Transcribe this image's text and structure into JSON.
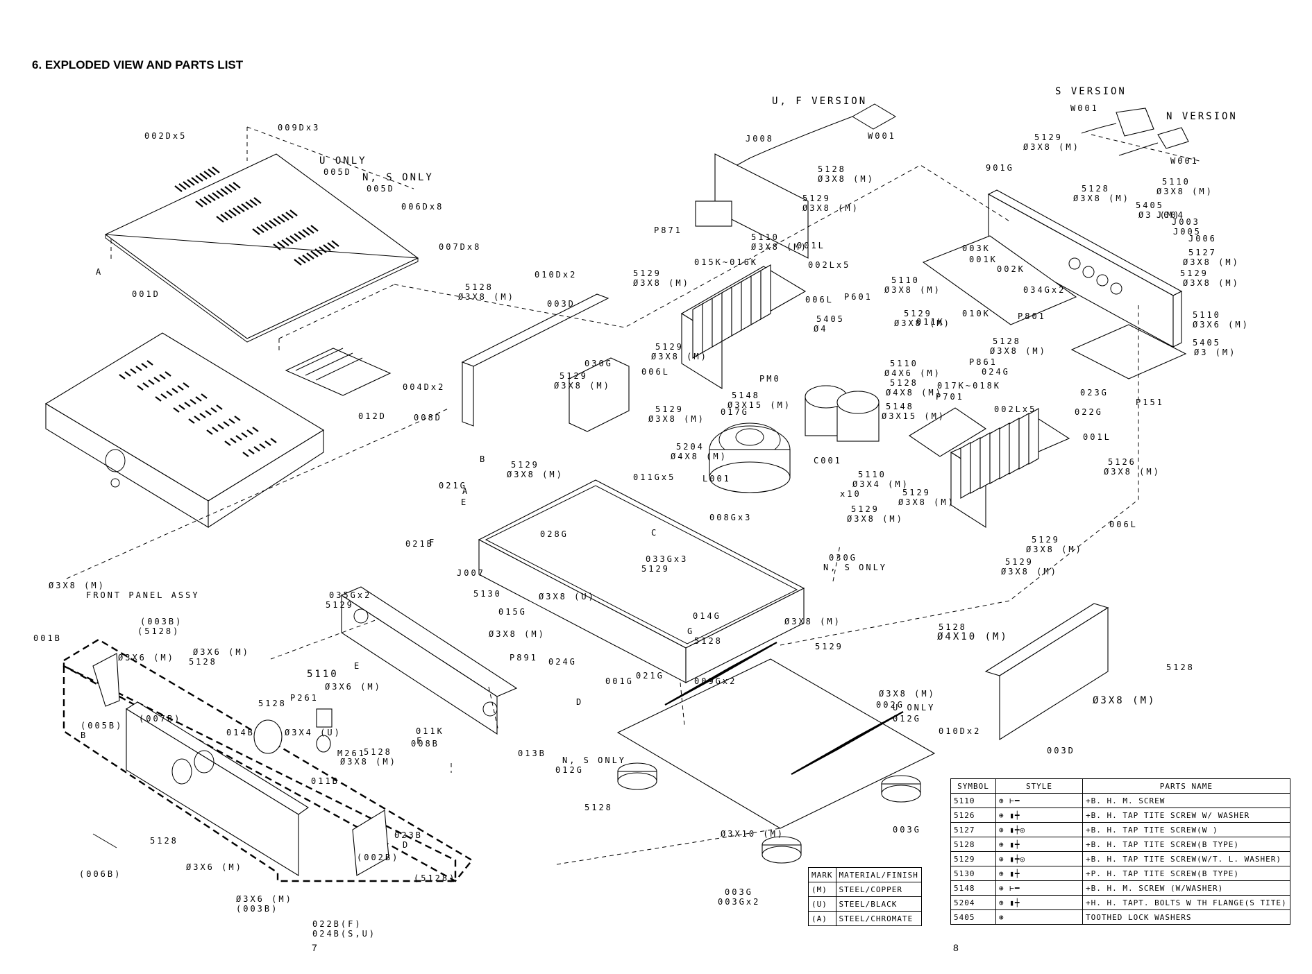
{
  "page": {
    "title": "6. EXPLODED VIEW AND PARTS LIST",
    "page_left": "7",
    "page_right": "8"
  },
  "labels": [
    "009Dx3",
    "002Dx5",
    "U ONLY",
    "005D",
    "N, S ONLY",
    "005D",
    "006Dx8",
    "007Dx8",
    "A",
    "001D",
    "012D",
    "U, F VERSION",
    "W001",
    "J008",
    "5128",
    "Ø3X8 (M)",
    "5129",
    "Ø3X8 (M)",
    "P871",
    "S VERSION",
    "W001",
    "N VERSION",
    "W001",
    "5129",
    "Ø3X8 (M)",
    "901G",
    "5128",
    "Ø3X8 (M)",
    "5110",
    "Ø3X8 (M)",
    "5405",
    "Ø3 (M)",
    "J004",
    "J003",
    "J005",
    "J006",
    "5127",
    "Ø3X8 (M)",
    "5129",
    "Ø3X8 (M)",
    "5110",
    "Ø3X6 (M)",
    "5405",
    "Ø3 (M)",
    "003K",
    "001K",
    "002K",
    "034Gx2",
    "5110",
    "Ø3X8 (M)",
    "011K",
    "010K",
    "P801",
    "5128",
    "Ø3X8 (M)",
    "P861",
    "024G",
    "023G",
    "022G",
    "P151",
    "5110",
    "Ø3X8 (M)",
    "001L",
    "015K~016K",
    "002Lx5",
    "5129",
    "Ø3X8 (M)",
    "006L",
    "P601",
    "5405",
    "Ø4",
    "5129",
    "Ø3X8 (M)",
    "5110",
    "Ø4X6 (M)",
    "5128",
    "Ø4X8 (M)",
    "5148",
    "Ø3X15 (M)",
    "P701",
    "017K~018K",
    "002Lx5",
    "001L",
    "5126",
    "Ø3X8 (M)",
    "006L",
    "5129",
    "Ø3X8 (M)",
    "5129",
    "Ø3X8 (M)",
    "5129",
    "Ø3X8 (M)",
    "5148",
    "Ø3X15 (M)",
    "PM0",
    "006L",
    "5129",
    "Ø3X8 (M)",
    "017G",
    "5204",
    "Ø4X8 (M)",
    "L001",
    "C001",
    "5110",
    "Ø3X4 (M)",
    "x10",
    "5129",
    "Ø3X8 (M)",
    "5129",
    "Ø3X8 (M)",
    "030G",
    "N, S ONLY",
    "010Dx2",
    "003D",
    "5128",
    "Ø3X8 (M)",
    "030G",
    "5129",
    "Ø3X8 (M)",
    "004Dx2",
    "008D",
    "B",
    "5129",
    "Ø3X8 (M)",
    "021G",
    "A",
    "E",
    "011Gx5",
    "008Gx3",
    "C",
    "028G",
    "F",
    "021B",
    "J007",
    "5130",
    "Ø3X8 (U)",
    "015G",
    "033Gx3",
    "5129",
    "Ø3X8 (M)",
    "P891",
    "024G",
    "014G",
    "G",
    "5128",
    "Ø3X8 (M)",
    "001G",
    "021G",
    "009Gx2",
    "D",
    "035Gx2",
    "5129",
    "Ø3X8 (M)",
    "FRONT PANEL ASSY",
    "001B",
    "(003B)",
    "(5128)",
    "Ø3X6 (M)",
    "5128",
    "Ø3X6 (M)",
    "E",
    "5110",
    "Ø3X6 (M)",
    "P261",
    "5128",
    "Ø3X4 (U)",
    "008B",
    "M261",
    "F",
    "011K",
    "5128",
    "Ø3X8 (M)",
    "013B",
    "014B",
    "011B",
    "(007B)",
    "(005B)",
    "B",
    "5128",
    "Ø3X6 (M)",
    "(006B)",
    "(002B)",
    "023B",
    "D",
    "(5128)",
    "Ø3X6 (M)",
    "(003B)",
    "022B(F)",
    "024B(S,U)",
    "5129",
    "Ø3X8 (M)",
    "002G",
    "U ONLY",
    "012G",
    "N, S ONLY",
    "012G",
    "5128",
    "Ø3X10 (M)",
    "003G",
    "003G",
    "003Gx2",
    "5128",
    "Ø4X10 (M)",
    "5128",
    "Ø3X8 (M)",
    "010Dx2",
    "003D",
    "008D",
    "004Dx2"
  ],
  "symbol_table": {
    "headers": [
      "SYMBOL",
      "STYLE",
      "PARTS NAME"
    ],
    "rows": [
      {
        "symbol": "5110",
        "name": "+B. H. M. SCREW"
      },
      {
        "symbol": "5126",
        "name": "+B. H. TAP TITE SCREW W/ WASHER"
      },
      {
        "symbol": "5127",
        "name": "+B. H. TAP TITE SCREW(W )"
      },
      {
        "symbol": "5128",
        "name": "+B. H. TAP TITE SCREW(B TYPE)"
      },
      {
        "symbol": "5129",
        "name": "+B. H. TAP TITE SCREW(W/T. L. WASHER)"
      },
      {
        "symbol": "5130",
        "name": "+P. H. TAP TITE SCREW(B TYPE)"
      },
      {
        "symbol": "5148",
        "name": "+B. H. M. SCREW (W/WASHER)"
      },
      {
        "symbol": "5204",
        "name": "+H. H. TAPT. BOLTS W TH FLANGE(S TITE)"
      },
      {
        "symbol": "5405",
        "name": "TOOTHED LOCK WASHERS"
      }
    ]
  },
  "material_table": {
    "headers": [
      "MARK",
      "MATERIAL/FINISH"
    ],
    "rows": [
      {
        "mark": "(M)",
        "finish": "STEEL/COPPER"
      },
      {
        "mark": "(U)",
        "finish": "STEEL/BLACK"
      },
      {
        "mark": "(A)",
        "finish": "STEEL/CHROMATE"
      }
    ]
  },
  "icons": [
    "screw-icon",
    "washer-icon",
    "phillips-head-icon"
  ]
}
